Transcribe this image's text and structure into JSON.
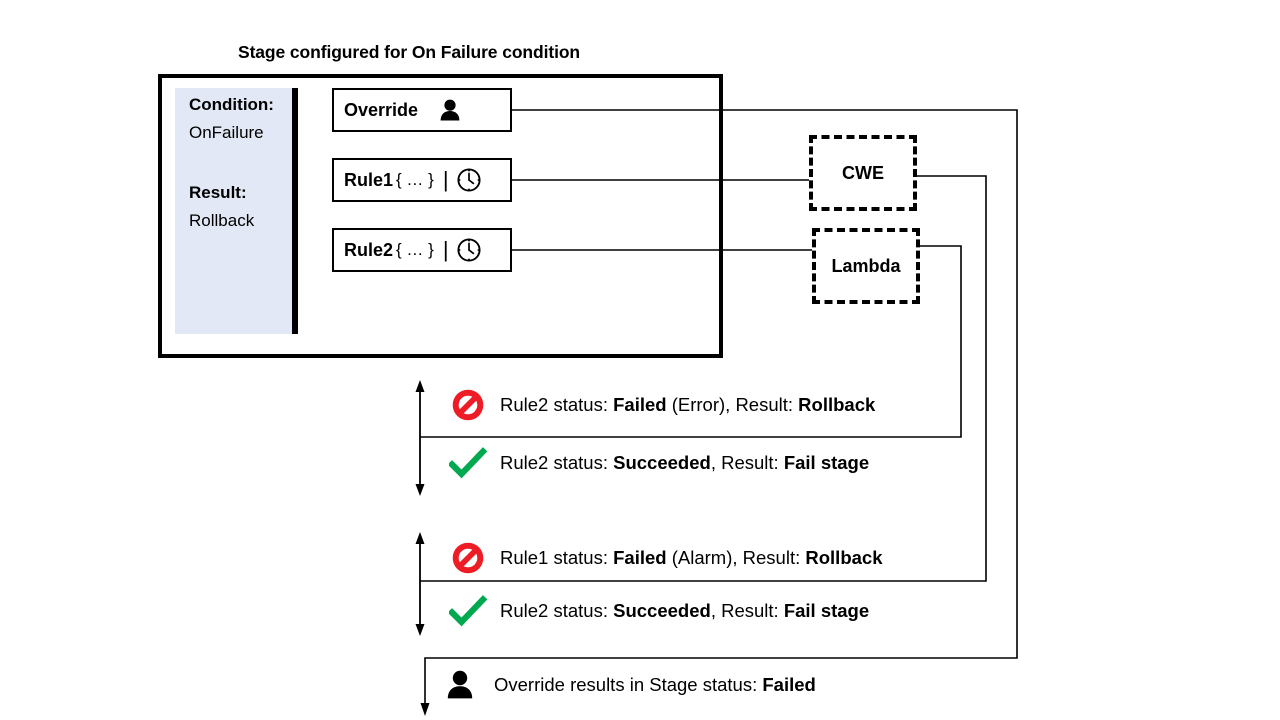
{
  "title": "Stage configured for On Failure condition",
  "stage": {
    "condition": {
      "label": "Condition:",
      "value": "OnFailure"
    },
    "result": {
      "label": "Result:",
      "value": "Rollback"
    },
    "items": [
      {
        "name": "override",
        "label": "Override",
        "braces": "",
        "icon": "person-icon"
      },
      {
        "name": "rule1",
        "label": "Rule1",
        "braces": "{ … }",
        "icon": "clock-icon"
      },
      {
        "name": "rule2",
        "label": "Rule2",
        "braces": "{ … }",
        "icon": "clock-icon"
      }
    ]
  },
  "services": [
    {
      "name": "cwe",
      "label": "CWE"
    },
    {
      "name": "lambda",
      "label": "Lambda"
    }
  ],
  "outcomes": [
    {
      "name": "rule2-failed",
      "icon": "prohibited-icon",
      "prefix": "Rule2 status: ",
      "status": "Failed",
      "detail": " (Error), Result: ",
      "result": "Rollback"
    },
    {
      "name": "rule2-succeeded",
      "icon": "check-icon",
      "prefix": "Rule2 status: ",
      "status": "Succeeded",
      "detail": ", Result: ",
      "result": "Fail stage"
    },
    {
      "name": "rule1-failed",
      "icon": "prohibited-icon",
      "prefix": "Rule1 status: ",
      "status": "Failed",
      "detail": " (Alarm), Result: ",
      "result": "Rollback"
    },
    {
      "name": "rule2-succeeded-2",
      "icon": "check-icon",
      "prefix": "Rule2 status: ",
      "status": "Succeeded",
      "detail": ", Result: ",
      "result": "Fail stage"
    }
  ],
  "override_outcome": {
    "name": "override-outcome",
    "icon": "person-icon",
    "prefix": "Override results in Stage status: ",
    "status": "Failed"
  },
  "colors": {
    "panel_background": "#e2e8f5",
    "error_red": "#ee1c25",
    "success_green": "#00a94f",
    "stroke": "#000000"
  }
}
